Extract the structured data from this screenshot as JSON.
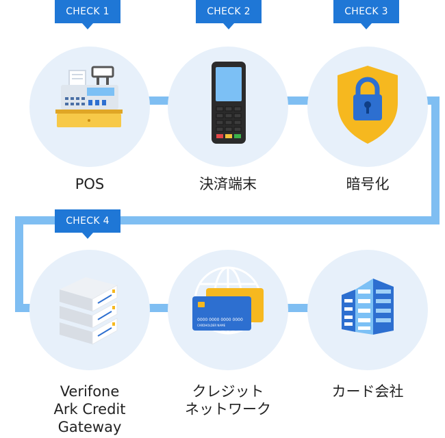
{
  "badges": [
    "CHECK 1",
    "CHECK 2",
    "CHECK 3",
    "CHECK 4"
  ],
  "nodes": [
    {
      "label": "POS",
      "icon": "cash-register-icon"
    },
    {
      "label": "決済端末",
      "icon": "payment-terminal-icon"
    },
    {
      "label": "暗号化",
      "icon": "lock-shield-icon"
    },
    {
      "label": "Verifone\nArk Credit\nGateway",
      "icon": "server-icon"
    },
    {
      "label": "クレジット\nネットワーク",
      "icon": "credit-card-network-icon"
    },
    {
      "label": "カード会社",
      "icon": "office-building-icon"
    }
  ],
  "card_text": {
    "number": "0000 0000 0000 0000",
    "holder": "CARDHOLDER NAME"
  },
  "colors": {
    "badge": "#1f77d6",
    "connector": "#7fbef2",
    "circle": "#e7f0fa"
  }
}
